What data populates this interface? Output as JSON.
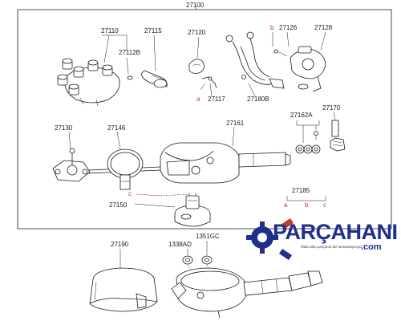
{
  "diagram": {
    "part_labels": {
      "p27100": "27100",
      "p27110": "27110",
      "p27115": "27115",
      "p27120": "27120",
      "p27126": "27126",
      "p27128": "27128",
      "p27112B": "27112B",
      "p27117": "27117",
      "p27180B": "27180B",
      "p27130": "27130",
      "p27146": "27146",
      "p27161": "27161",
      "p27162A": "27162A",
      "p27170": "27170",
      "p27185": "27185",
      "p27150": "27150",
      "p27190": "27190",
      "p1351GC": "1351GC",
      "p1338AD": "1338AD"
    },
    "ref_letters": {
      "a1": "a",
      "b1": "b",
      "c1": "c",
      "a2": "a",
      "b2": "b",
      "c2": "c"
    },
    "accent_color": "#c0392b"
  },
  "brand": {
    "name": "PARÇAHANI",
    "domain": ".com",
    "slogan": "\"Dolu olan parçanın biz tamamlayıcıyız.\"",
    "color": "#1f2f8a"
  }
}
